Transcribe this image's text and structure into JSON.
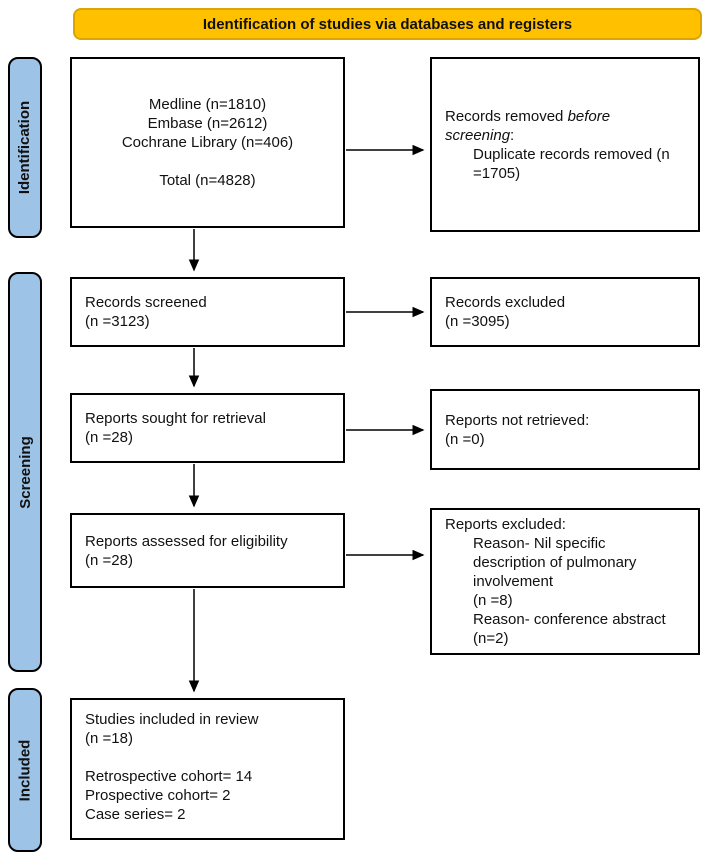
{
  "banner": {
    "title": "Identification of studies via databases and registers"
  },
  "sidebar": {
    "identification": "Identification",
    "screening": "Screening",
    "included": "Included"
  },
  "boxes": {
    "databases": {
      "text": "Medline (n=1810)\nEmbase (n=2612)\nCochrane Library (n=406)\n\nTotal (n=4828)"
    },
    "records_removed": {
      "prefix": "Records removed ",
      "italic": "before\nscreening",
      "suffix": ":",
      "detail": "Duplicate records removed (n\n=1705)"
    },
    "records_screened": {
      "text": "Records screened\n(n =3123)"
    },
    "records_excluded": {
      "text": "Records excluded\n(n =3095)"
    },
    "reports_sought": {
      "text": "Reports sought for retrieval\n(n =28)"
    },
    "reports_not_retrieved": {
      "text": "Reports not retrieved:\n (n =0)"
    },
    "reports_assessed": {
      "text": "Reports assessed for eligibility\n(n =28)"
    },
    "reports_excluded": {
      "title": "Reports excluded:",
      "detail": "Reason- Nil specific\ndescription of pulmonary\ninvolvement\n(n =8)\nReason- conference abstract\n(n=2)"
    },
    "studies_included": {
      "text": "Studies included in review\n(n =18)\n\nRetrospective cohort= 14\nProspective cohort= 2\nCase series= 2"
    }
  },
  "colors": {
    "banner_fill": "#FFC000",
    "sidebar_fill": "#9DC3E6",
    "box_border": "#000000"
  }
}
